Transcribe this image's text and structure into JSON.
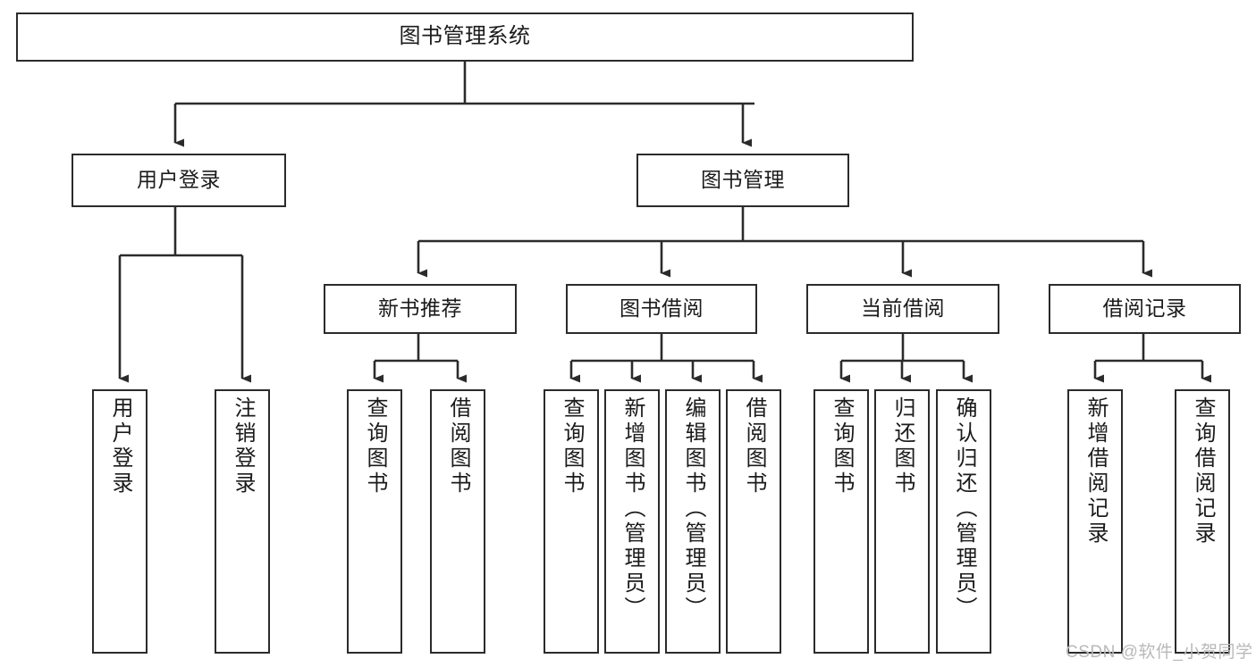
{
  "diagram": {
    "title": "图书管理系统",
    "type": "hierarchy-tree",
    "orientation": "top-down",
    "colors": {
      "box_border": "#2b2b2b",
      "box_fill": "#ffffff",
      "connector": "#2b2b2b",
      "text": "#1b1b1b",
      "watermark": "#b9b9b9",
      "background": "#ffffff"
    },
    "levels": [
      {
        "level": 1,
        "nodes": [
          {
            "id": "root",
            "label": "图书管理系统",
            "orientation": "horizontal"
          }
        ]
      },
      {
        "level": 2,
        "nodes": [
          {
            "id": "user-login",
            "label": "用户登录",
            "orientation": "horizontal",
            "parent": "root"
          },
          {
            "id": "book-manage",
            "label": "图书管理",
            "orientation": "horizontal",
            "parent": "root"
          }
        ]
      },
      {
        "level": 3,
        "nodes": [
          {
            "id": "new-book-recommend",
            "label": "新书推荐",
            "orientation": "horizontal",
            "parent": "book-manage"
          },
          {
            "id": "book-borrow",
            "label": "图书借阅",
            "orientation": "horizontal",
            "parent": "book-manage"
          },
          {
            "id": "current-borrow",
            "label": "当前借阅",
            "orientation": "horizontal",
            "parent": "book-manage"
          },
          {
            "id": "borrow-record",
            "label": "借阅记录",
            "orientation": "horizontal",
            "parent": "book-manage"
          }
        ]
      },
      {
        "level": 4,
        "nodes": [
          {
            "id": "leaf-user-login",
            "label": "用户登录",
            "orientation": "vertical",
            "parent": "user-login"
          },
          {
            "id": "leaf-logout",
            "label": "注销登录",
            "orientation": "vertical",
            "parent": "user-login"
          },
          {
            "id": "leaf-query-book-1",
            "label": "查询图书",
            "orientation": "vertical",
            "parent": "new-book-recommend"
          },
          {
            "id": "leaf-borrow-book-1",
            "label": "借阅图书",
            "orientation": "vertical",
            "parent": "new-book-recommend"
          },
          {
            "id": "leaf-query-book-2",
            "label": "查询图书",
            "orientation": "vertical",
            "parent": "book-borrow"
          },
          {
            "id": "leaf-add-book",
            "label": "新增图书（管理员）",
            "orientation": "vertical",
            "parent": "book-borrow"
          },
          {
            "id": "leaf-edit-book",
            "label": "编辑图书（管理员）",
            "orientation": "vertical",
            "parent": "book-borrow"
          },
          {
            "id": "leaf-borrow-book-2",
            "label": "借阅图书",
            "orientation": "vertical",
            "parent": "book-borrow"
          },
          {
            "id": "leaf-query-book-3",
            "label": "查询图书",
            "orientation": "vertical",
            "parent": "current-borrow"
          },
          {
            "id": "leaf-return-book",
            "label": "归还图书",
            "orientation": "vertical",
            "parent": "current-borrow"
          },
          {
            "id": "leaf-confirm-return",
            "label": "确认归还（管理员）",
            "orientation": "vertical",
            "parent": "current-borrow"
          },
          {
            "id": "leaf-add-record",
            "label": "新增借阅记录",
            "orientation": "vertical",
            "parent": "borrow-record"
          },
          {
            "id": "leaf-query-record",
            "label": "查询借阅记录",
            "orientation": "vertical",
            "parent": "borrow-record"
          }
        ]
      }
    ],
    "watermark": "CSDN @软件_小贺同学"
  }
}
